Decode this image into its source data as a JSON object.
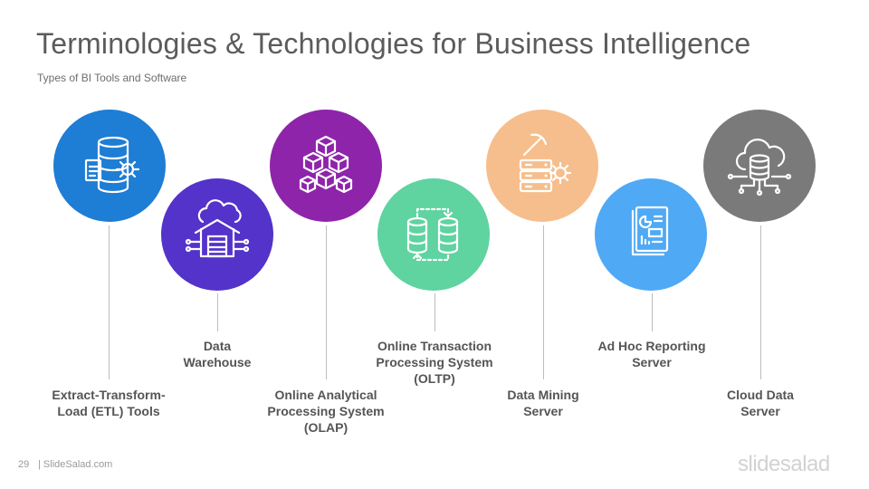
{
  "title": "Terminologies & Technologies for Business Intelligence",
  "subtitle": "Types of BI Tools and Software",
  "items": [
    {
      "lines": [
        "Extract-Transform-",
        "Load (ETL) Tools"
      ],
      "color": "#1E7DD4",
      "icon": "database-gear-icon"
    },
    {
      "lines": [
        "Data",
        "Warehouse"
      ],
      "color": "#5333C9",
      "icon": "warehouse-cloud-icon"
    },
    {
      "lines": [
        "Online Analytical",
        "Processing System",
        "(OLAP)"
      ],
      "color": "#8E24AA",
      "icon": "cubes-icon"
    },
    {
      "lines": [
        "Online Transaction",
        "Processing System",
        "(OLTP)"
      ],
      "color": "#5FD3A0",
      "icon": "database-sync-icon"
    },
    {
      "lines": [
        "Data Mining",
        "Server"
      ],
      "color": "#F6BE8C",
      "icon": "mining-server-icon"
    },
    {
      "lines": [
        "Ad Hoc Reporting",
        "Server"
      ],
      "color": "#4FA9F5",
      "icon": "report-icon"
    },
    {
      "lines": [
        "Cloud Data",
        "Server"
      ],
      "color": "#7A7A7A",
      "icon": "cloud-server-icon"
    }
  ],
  "footer": {
    "page": "29",
    "site": "| SlideSalad.com",
    "logo": "slidesalad"
  }
}
